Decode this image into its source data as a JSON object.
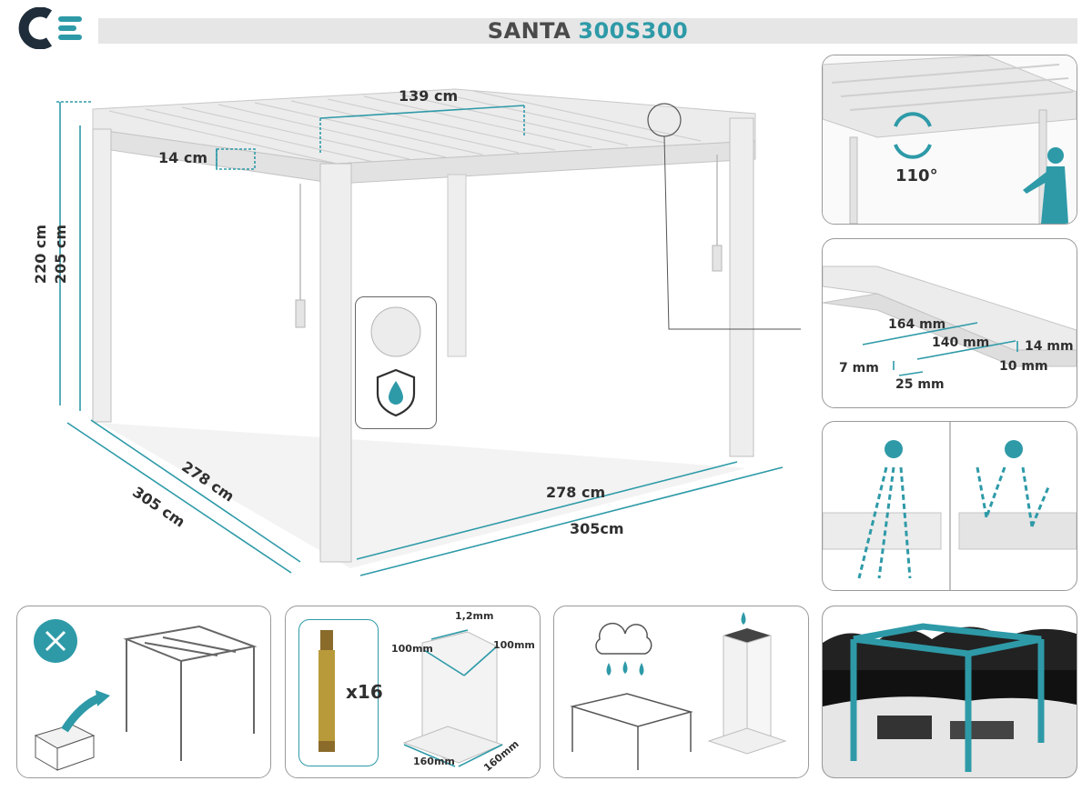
{
  "header": {
    "title_prefix": "SANTA",
    "title_model": "300S300"
  },
  "main_diagram": {
    "width_top": "139 cm",
    "beam_height": "14 cm",
    "height_total": "220 cm",
    "height_inner": "205 cm",
    "depth_inner": "278 cm",
    "depth_outer": "305 cm",
    "width_inner": "278 cm",
    "width_outer": "305cm"
  },
  "rotation_panel": {
    "angle": "110°"
  },
  "slat_panel": {
    "width_outer": "164 mm",
    "width_inner": "140 mm",
    "height": "14 mm",
    "lip": "7 mm",
    "gap": "10 mm",
    "groove": "25 mm"
  },
  "post_panel": {
    "thickness": "1,2mm",
    "side_a": "100mm",
    "side_b": "100mm",
    "base_a": "160mm",
    "base_b": "160mm",
    "bolt_count": "x16"
  },
  "colors": {
    "accent": "#2e9aa8",
    "header_bg": "#e6e6e6",
    "text": "#2f2f2f",
    "panel_border": "#9a9a9a"
  },
  "icons": [
    "logo-icon",
    "tools-icon",
    "water-drop-shield-icon",
    "sun-icon",
    "cloud-icon",
    "person-icon",
    "rotate-arrow-icon"
  ]
}
